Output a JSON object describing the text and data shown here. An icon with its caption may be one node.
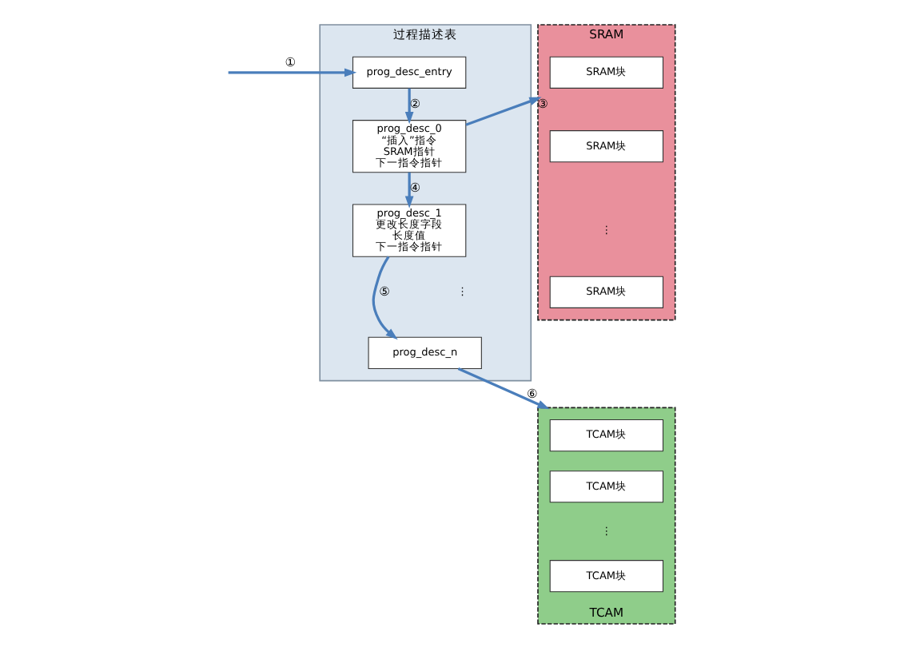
{
  "diagram": {
    "nodes": [
      {
        "text": [
          "过程描述表"
        ]
      },
      {
        "text": [
          "prog_desc_entry"
        ],
        "in": 0
      },
      {
        "text": [
          "prog_desc_0",
          "“插入”指令",
          "SRAM指针",
          "下一指令指针"
        ],
        "in": 0
      },
      {
        "text": [
          "prog_desc_1",
          "更改长度字段",
          "长度值",
          "下一指令指针"
        ],
        "in": 0
      },
      {
        "text": [
          "prog_desc_n"
        ],
        "in": 0
      },
      {
        "text": [
          "SRAM"
        ]
      },
      {
        "text": [
          "SRAM块"
        ],
        "in": 5
      },
      {
        "text": [
          "SRAM块"
        ],
        "in": 5
      },
      {
        "text": [
          "SRAM块"
        ],
        "in": 5
      },
      {
        "text": [
          "TCAM"
        ]
      },
      {
        "text": [
          "TCAM块"
        ],
        "in": 9
      },
      {
        "text": [
          "TCAM块"
        ],
        "in": 9
      },
      {
        "text": [
          "TCAM块"
        ],
        "in": 9
      }
    ],
    "edges": [
      {
        "from": null,
        "to": 1,
        "arrow": "to",
        "label": "①"
      },
      {
        "from": 1,
        "to": 2,
        "arrow": "to",
        "label": "②"
      },
      {
        "from": 2,
        "to": 5,
        "arrow": "to",
        "label": "③"
      },
      {
        "from": 2,
        "to": 3,
        "arrow": "to",
        "label": "④"
      },
      {
        "from": 3,
        "to": 4,
        "arrow": "to",
        "label": "⑤"
      },
      {
        "from": 4,
        "to": 9,
        "arrow": "to",
        "label": "⑥"
      }
    ],
    "labels": [
      "⋮",
      "⋮",
      "⋮"
    ]
  }
}
